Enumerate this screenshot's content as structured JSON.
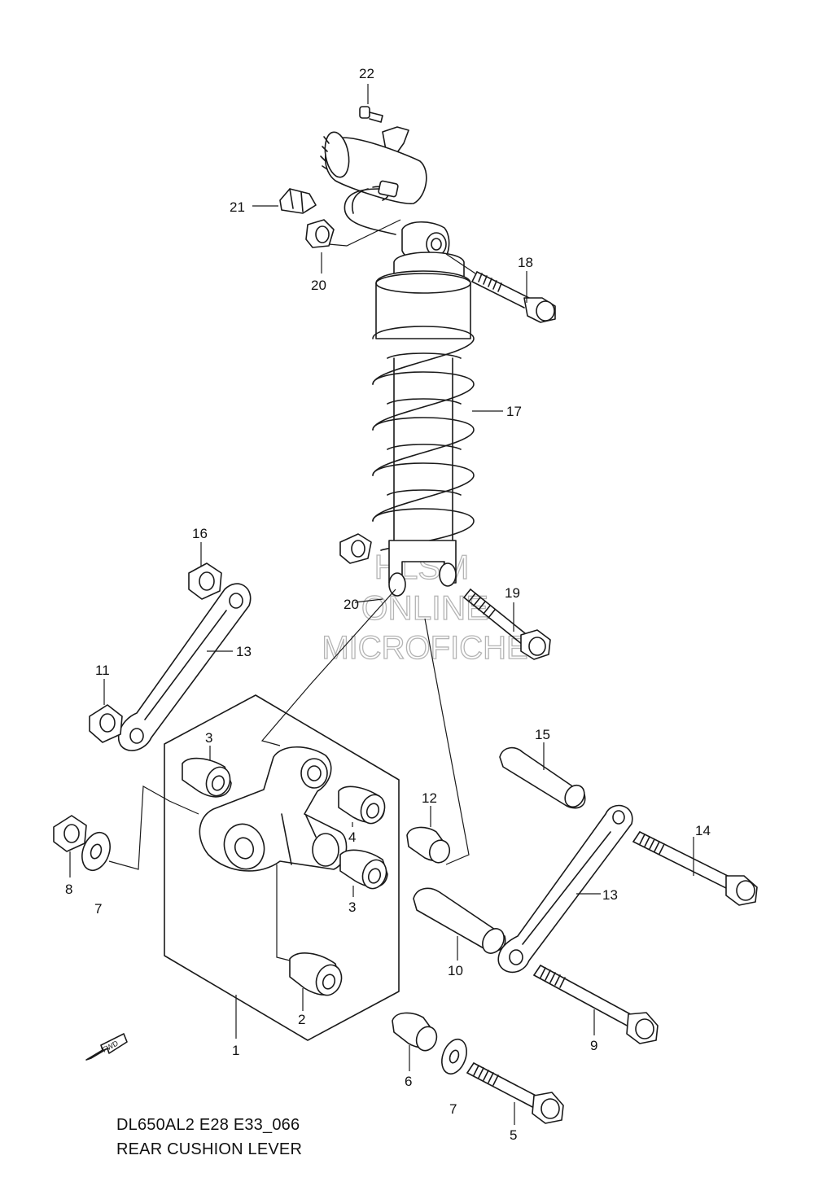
{
  "diagram": {
    "model_code": "DL650AL2 E28 E33_066",
    "title": "REAR CUSHION LEVER",
    "watermark": [
      "HLSM",
      "ONLINE",
      "MICROFICHE"
    ],
    "fwd_mark": "FWD",
    "callouts": [
      "22",
      "21",
      "20",
      "18",
      "17",
      "16",
      "20",
      "19",
      "13",
      "11",
      "3",
      "15",
      "12",
      "4",
      "14",
      "8",
      "7",
      "3",
      "13",
      "10",
      "9",
      "2",
      "1",
      "6",
      "7",
      "5"
    ]
  }
}
